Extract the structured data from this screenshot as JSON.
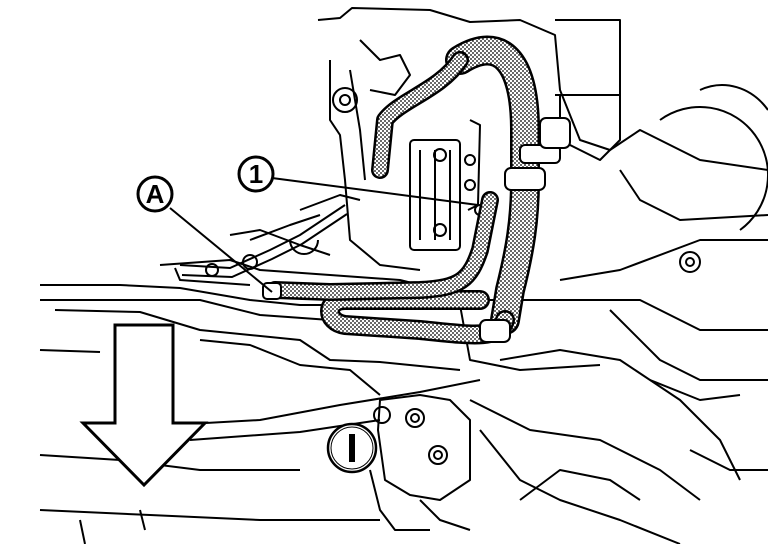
{
  "diagram": {
    "callouts": [
      {
        "id": "part-1",
        "label": "1"
      },
      {
        "id": "ref-a",
        "label": "A"
      }
    ],
    "colors": {
      "line": "#000000",
      "background": "#ffffff",
      "hose_fill": "#9a9a9a"
    },
    "icons": [
      "front-direction-arrow-icon",
      "front-mark-icon"
    ]
  }
}
